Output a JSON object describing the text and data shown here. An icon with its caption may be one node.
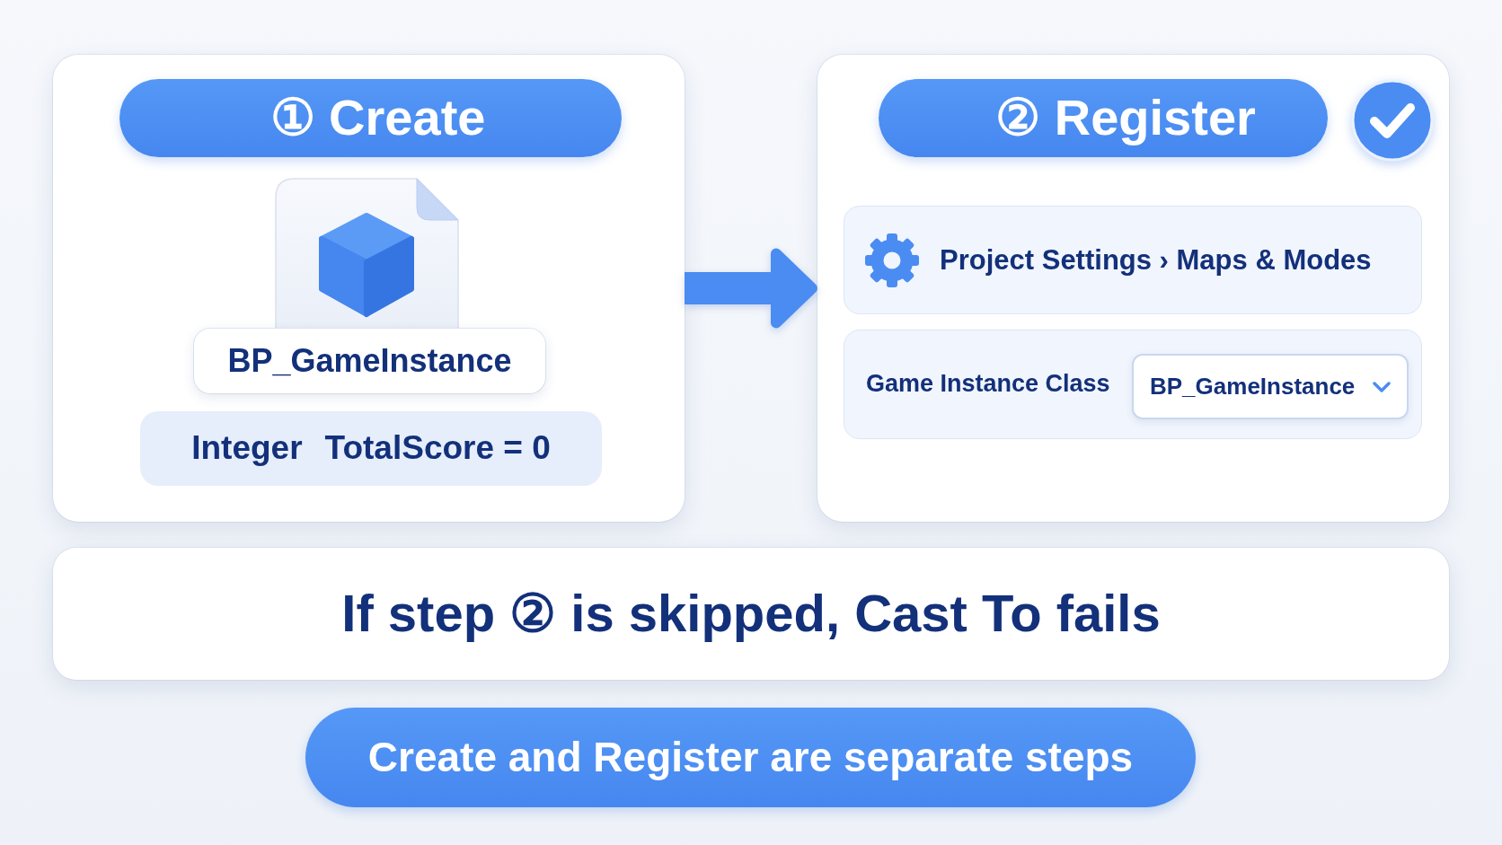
{
  "diagram": {
    "nodes": [
      {
        "text": [],
        "shape": "box"
      },
      {
        "text": [
          "① Create"
        ],
        "in": 0
      },
      {
        "text": [
          "BP_GameInstance"
        ],
        "in": 0
      },
      {
        "text": [
          "Integer",
          "TotalScore = 0"
        ],
        "in": 0
      },
      {
        "text": [],
        "shape": "box"
      },
      {
        "text": [
          "② Register"
        ],
        "in": 4
      },
      {
        "text": [
          "Project Settings › Maps & Modes"
        ],
        "in": 4
      },
      {
        "text": [
          "Game Instance Class"
        ],
        "in": 4
      },
      {
        "text": [
          "BP_GameInstance"
        ],
        "in": 7
      },
      {
        "text": [
          "If step ② is skipped, Cast To fails"
        ]
      },
      {
        "text": [
          "Create and Register are separate steps"
        ]
      }
    ],
    "edges": [
      {
        "from": 0,
        "to": 4,
        "arrow": "to"
      }
    ]
  }
}
